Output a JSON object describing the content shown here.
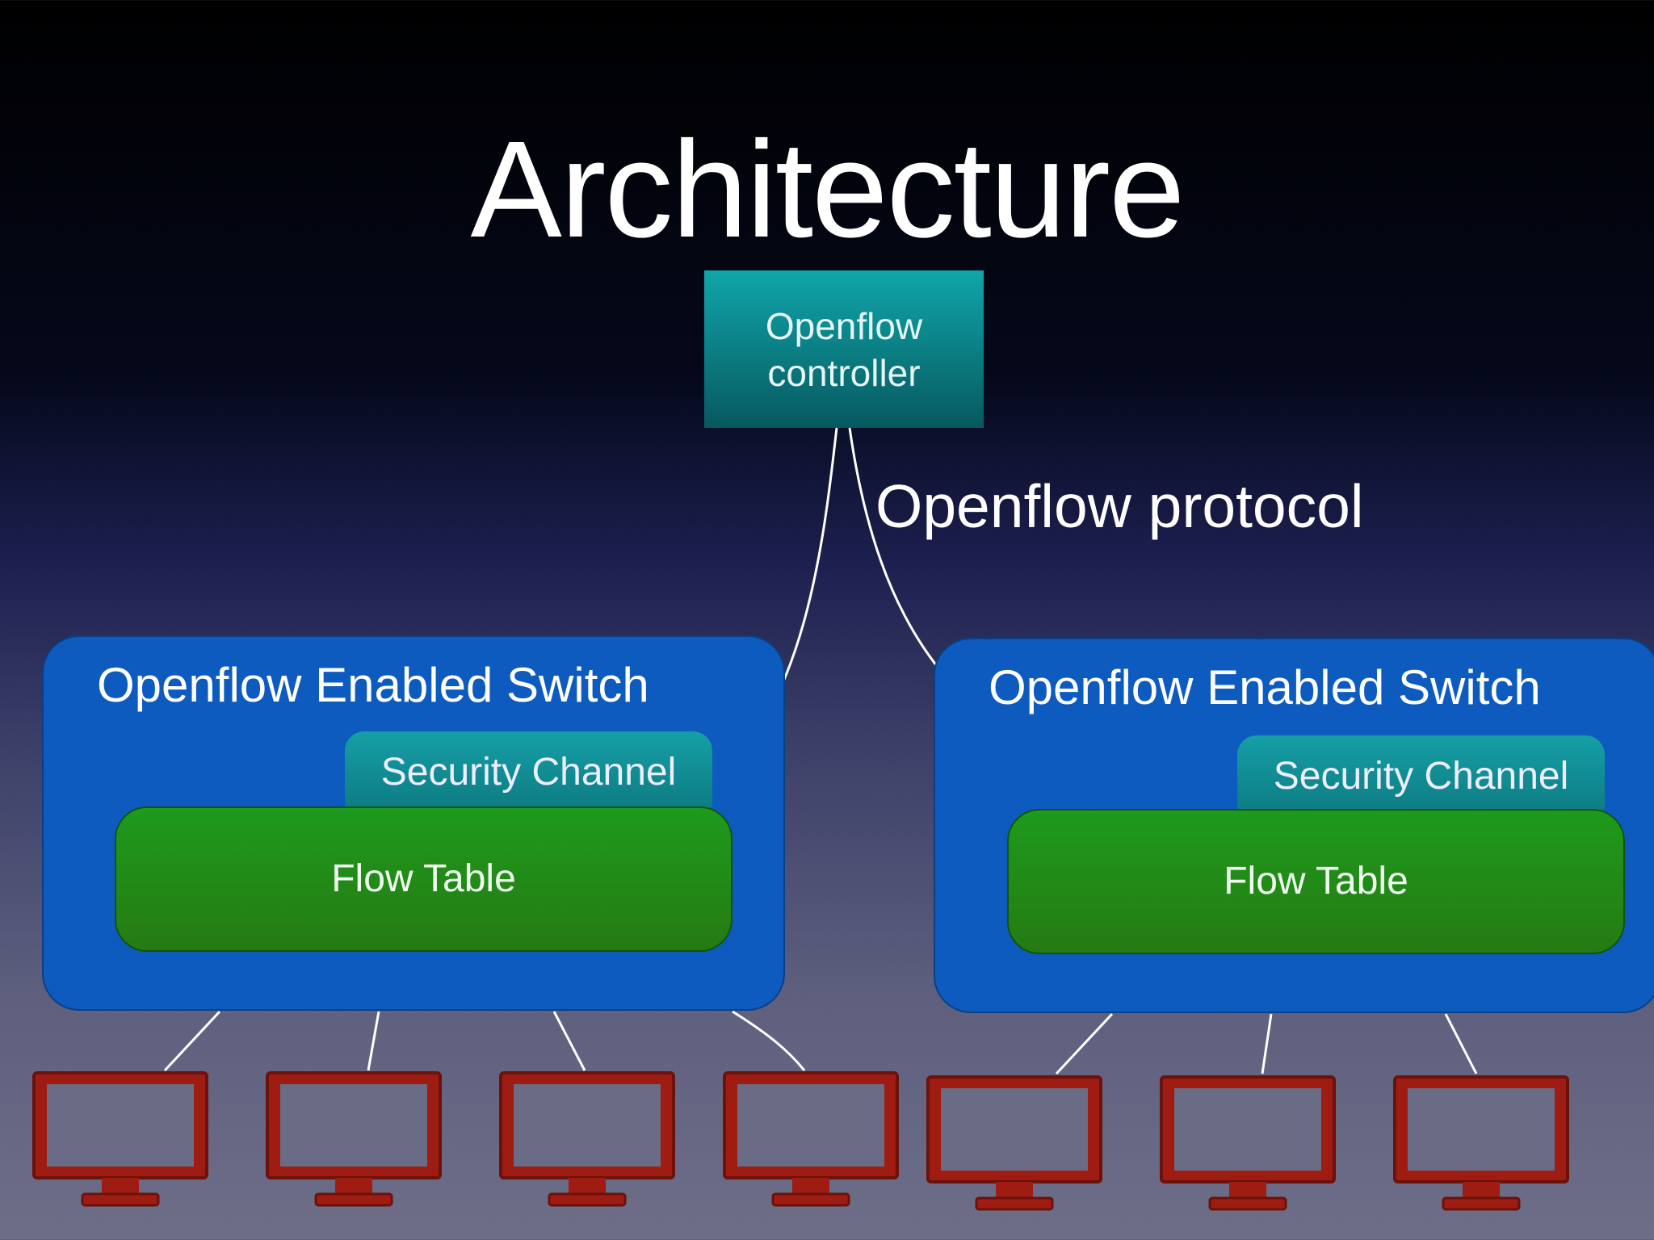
{
  "slide": {
    "title": "Architecture",
    "controller": {
      "line1": "Openflow",
      "line2": "controller"
    },
    "protocol_label": "Openflow protocol",
    "switches": [
      {
        "title": "Openflow Enabled Switch",
        "channel": "Security Channel",
        "table": "Flow Table"
      },
      {
        "title": "Openflow Enabled Switch",
        "channel": "Security Channel",
        "table": "Flow Table"
      }
    ]
  },
  "colors": {
    "controller": "#0a8f95",
    "switch": "#0d5bbf",
    "security_channel": "#13939a",
    "flow_table": "#22891a",
    "monitor": "#a11d14",
    "wire": "#ffffff"
  },
  "icons": {
    "host": "monitor-icon"
  }
}
